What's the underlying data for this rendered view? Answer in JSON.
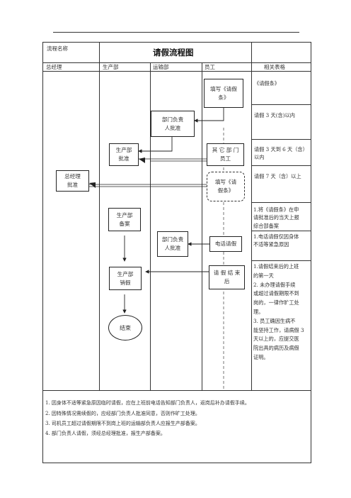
{
  "header": {
    "process_name_label": "流程名称",
    "title": "请假流程图"
  },
  "columns": [
    "总经理",
    "生产部",
    "运输部",
    "员工",
    "相关表格"
  ],
  "flow": {
    "fill_form_top": "填写《请假\n条》",
    "dept_head_approval_1": "部门负责\n人批准",
    "production_approval": "生产部\n批准",
    "other_dept_staff": "其 它 部 门\n员工",
    "gm_approval": "总经理\n批准",
    "fill_form_dashed": "填写《请\n假条》",
    "production_filing": "生产部\n备案",
    "dept_head_approval_2": "部门负责\n人批准",
    "phone_leave": "电话请假",
    "production_cancel": "生产部\n销假",
    "leave_end": "请 假 结 束\n后",
    "end": "结束"
  },
  "forms": [
    "《请假条》",
    "请假 3 天(含)以内",
    "请假 3 天到 6 天（含）\n以内",
    "请假 7 天（含）以上",
    "1.将《请假条》在申\n请批准后的当天上报\n综合部备案",
    "1.电话请假仅因身体\n不适等紧急原因",
    "1.请假结束后的上班\n的第一天\n2. 未办理请假手续\n或超过请假期限不到\n岗的，一律作旷工处\n理。\n3. 员工确因生病不\n能坚持工作，请病假 3\n天以上的，应提交医\n院出具的病历及病假\n证明。"
  ],
  "notes": [
    "1.  因身体不适等紧急原因临时请假，应在上班前电话告知部门负责人，返岗后补办请假手续。",
    "2.  因特殊情况需续假的，应经部门负责人批准同意，否则作旷工处理。",
    "3.  司机员工超过请假期限不到岗上班的运输部负责人应报生产部备案。",
    "4.  部门负责人请假，须经总经理批准，报生产部备案。"
  ]
}
